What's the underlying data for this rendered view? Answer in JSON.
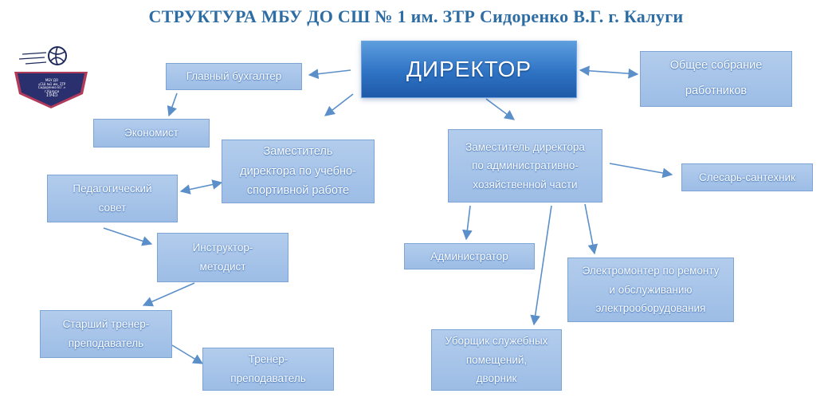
{
  "title": "СТРУКТУРА МБУ ДО СШ № 1 им. ЗТР Сидоренко В.Г. г. Калуги",
  "logo": {
    "caption": "МБУ ДО\n«СШ №1 им. ЗТР Сидоренко В.Г.»\nг.Калуги",
    "year": "1945"
  },
  "nodes": {
    "director": "ДИРЕКТОР",
    "chief_accountant": "Главный бухгалтер",
    "economist": "Экономист",
    "general_meeting": "Общее собрание\nработников",
    "deputy_training": "Заместитель\nдиректора по учебно-\nспортивной работе",
    "pedagogical_council": "Педагогический\nсовет",
    "instructor_methodist": "Инструктор-\nметодист",
    "senior_coach": "Старший тренер-\nпреподаватель",
    "coach": "Тренер-\nпреподаватель",
    "deputy_admin": "Заместитель директора\nпо административно-\nхозяйственной части",
    "plumber": "Слесарь-сантехник",
    "administrator": "Администратор",
    "electrician": "Электромонтер по ремонту\nи обслуживанию\nэлектрооборудования",
    "cleaner": "Уборщик служебных\nпомещений,\nдворник"
  },
  "colors": {
    "title": "#2e6da4",
    "box": "#a6c3e9",
    "director": "#2f73c4",
    "arrow": "#5b8fc9"
  }
}
